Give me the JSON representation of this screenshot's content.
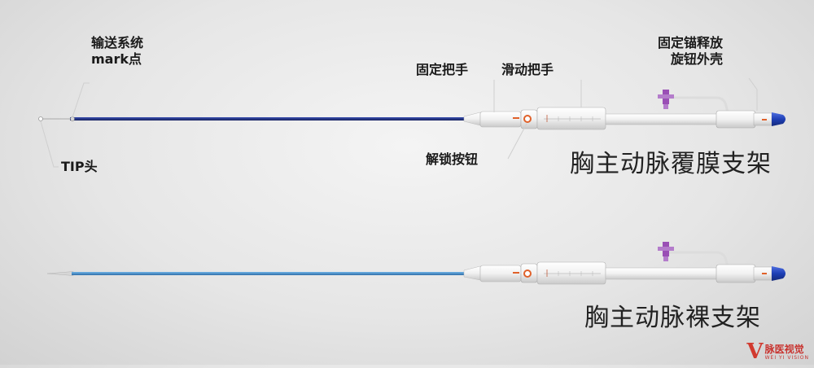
{
  "device_top": {
    "labels": {
      "mark": [
        "输送系统",
        "mark点"
      ],
      "tip": "TIP头",
      "fixed_handle": "固定把手",
      "slide_handle": "滑动把手",
      "release_knob": [
        "固定锚释放",
        "旋钮外壳"
      ],
      "unlock_button": "解锁按钮"
    },
    "title": "胸主动脉覆膜支架"
  },
  "device_bottom": {
    "title": "胸主动脉裸支架"
  },
  "logo": {
    "mark": "V",
    "text": "脉医视觉",
    "sub": "WEI YI VISION"
  },
  "colors": {
    "shaft_top": "#1f2f8c",
    "shaft_bottom": "#3f88c6",
    "tip_cap": "#1e3fb5",
    "accent_orange": "#e0612a",
    "port_purple": "#9a4fb5"
  }
}
